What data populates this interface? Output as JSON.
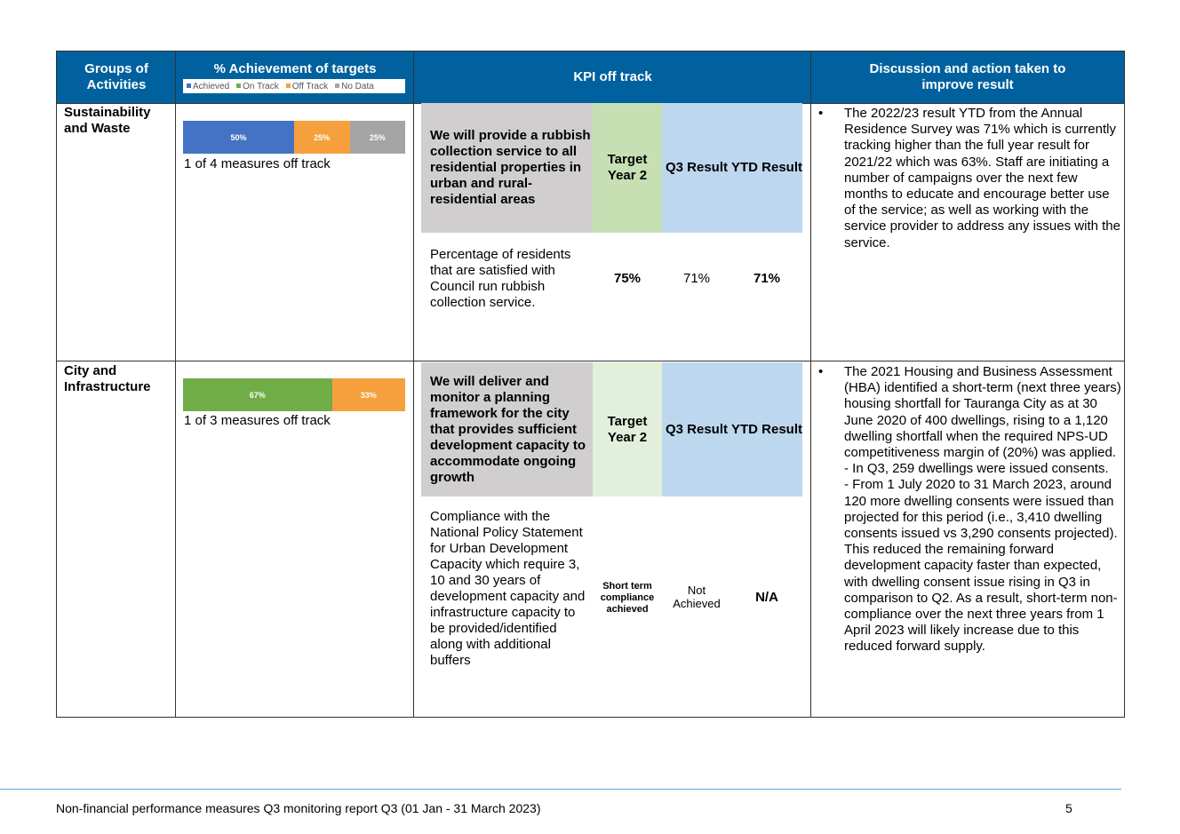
{
  "header": {
    "groups": "Groups of Activities",
    "achievement": "% Achievement of targets",
    "legend": [
      {
        "label": "Achieved",
        "color": "#4472c4"
      },
      {
        "label": "On Track",
        "color": "#70ad47"
      },
      {
        "label": "Off Track",
        "color": "#f5a03c"
      },
      {
        "label": "No Data",
        "color": "#a5a5a5"
      }
    ],
    "kpi": "KPI off track",
    "discussion": "Discussion and action taken to improve result"
  },
  "rows": [
    {
      "group": "Sustainability and Waste",
      "bar": [
        {
          "label": "50%",
          "value": 50,
          "color": "#4472c4"
        },
        {
          "label": "25%",
          "value": 25,
          "color": "#f5a03c"
        },
        {
          "label": "25%",
          "value": 25,
          "color": "#a5a5a5"
        }
      ],
      "off_track": "1 of 4 measures off track",
      "kpi_title": "We will provide a rubbish collection service to all residential properties in urban and rural-residential areas",
      "col_target": "Target Year 2",
      "col_q3": "Q3 Result",
      "col_ytd": "YTD Result",
      "measure": "Percentage of residents that are satisfied with Council run rubbish collection service.",
      "target": "75%",
      "q3": "71%",
      "ytd": "71%",
      "discussion": "The 2022/23 result YTD from the Annual Residence Survey was 71% which is currently tracking higher than the full year result for 2021/22 which was 63%. Staff are initiating a number of campaigns over the next few months to educate and encourage better use of the service; as well as working with the service provider to address any issues with the service."
    },
    {
      "group": "City and Infrastructure",
      "bar": [
        {
          "label": "67%",
          "value": 67,
          "color": "#70ad47"
        },
        {
          "label": "33%",
          "value": 33,
          "color": "#f5a03c"
        }
      ],
      "off_track": "1 of 3 measures off track",
      "kpi_title": "We will deliver and monitor a planning framework for the city that provides sufficient development capacity to accommodate ongoing growth",
      "col_target": "Target Year 2",
      "col_q3": "Q3 Result",
      "col_ytd": "YTD Result",
      "measure": "Compliance with the National Policy Statement for Urban Development Capacity which require 3, 10 and 30 years of development capacity and infrastructure capacity to be provided/identified along with additional buffers",
      "target": "Short term compliance achieved",
      "q3": "Not Achieved",
      "ytd": "N/A",
      "discussion": "The 2021 Housing and Business Assessment (HBA) identified a short-term (next three years) housing shortfall for Tauranga City as at 30 June 2020 of 400 dwellings, rising to a 1,120 dwelling shortfall when the required NPS-UD competitiveness margin of (20%) was applied.\n- In Q3, 259 dwellings were issued consents.\n- From 1 July 2020 to 31 March 2023, around 120 more dwelling consents were issued than projected for this period (i.e., 3,410 dwelling consents issued vs 3,290 consents projected). This reduced the remaining forward development capacity faster than expected, with dwelling consent issue rising in Q3 in comparison to Q2. As a result, short-term non-compliance over the next three years from 1 April 2023 will likely increase due to this reduced forward supply."
    }
  ],
  "footer": {
    "text": "Non-financial performance measures Q3 monitoring report Q3 (01 Jan - 31 March 2023)",
    "page": "5"
  }
}
